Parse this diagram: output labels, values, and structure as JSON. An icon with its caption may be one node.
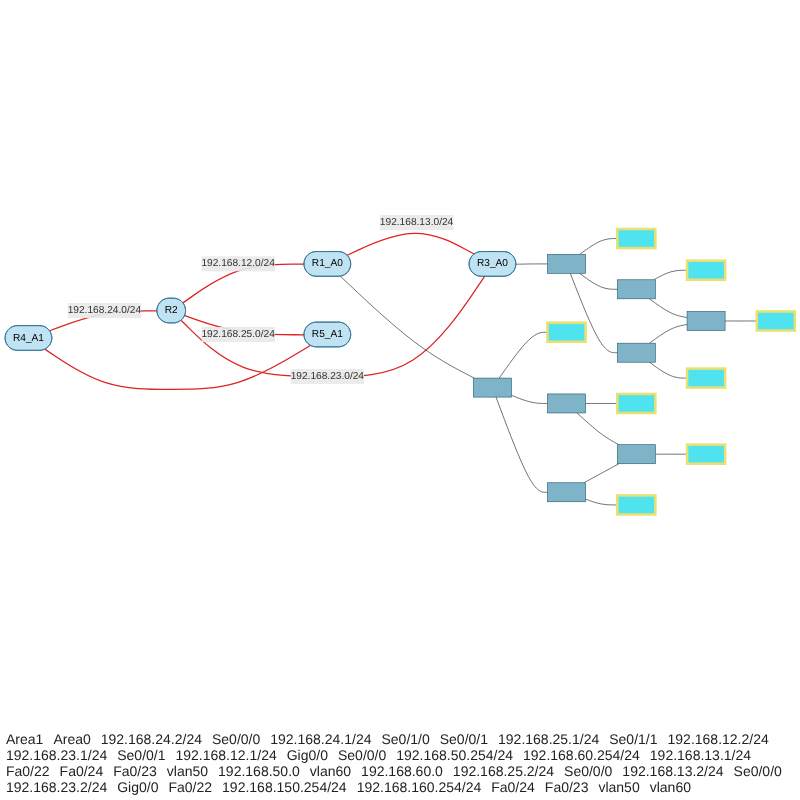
{
  "diagram": {
    "nodes": [
      {
        "text": [
          "R4_A1"
        ]
      },
      {
        "text": [
          "R2"
        ]
      },
      {
        "text": [
          "R1_A0"
        ]
      },
      {
        "text": [
          "R5_A1"
        ]
      },
      {
        "text": [
          "R3_A0"
        ]
      },
      {
        "text": [],
        "shape": "box"
      },
      {
        "text": [],
        "shape": "box"
      },
      {
        "text": [],
        "shape": "box"
      },
      {
        "text": [],
        "shape": "box"
      },
      {
        "text": [],
        "shape": "box"
      },
      {
        "text": [],
        "shape": "box"
      },
      {
        "text": [],
        "shape": "box"
      },
      {
        "text": [],
        "shape": "box"
      },
      {
        "text": [],
        "shape": "box"
      },
      {
        "text": [],
        "shape": "box"
      },
      {
        "text": [],
        "shape": "box"
      },
      {
        "text": [],
        "shape": "box"
      },
      {
        "text": [],
        "shape": "box"
      },
      {
        "text": [],
        "shape": "box"
      },
      {
        "text": [],
        "shape": "box"
      },
      {
        "text": [],
        "shape": "box"
      }
    ],
    "edges": [
      {
        "from": 0,
        "to": 1,
        "arrow": "none",
        "label": "192.168.24.0/24",
        "color": "#dd2222"
      },
      {
        "from": 1,
        "to": 2,
        "arrow": "none",
        "label": "192.168.12.0/24",
        "color": "#dd2222"
      },
      {
        "from": 0,
        "to": 3,
        "arrow": "none",
        "color": "#dd2222"
      },
      {
        "from": 1,
        "to": 3,
        "arrow": "none",
        "label": "192.168.25.0/24",
        "color": "#dd2222"
      },
      {
        "from": 1,
        "to": 4,
        "arrow": "none",
        "label": "192.168.23.0/24",
        "color": "#dd2222"
      },
      {
        "from": 2,
        "to": 4,
        "arrow": "none",
        "label": "192.168.13.0/24",
        "color": "#dd2222"
      },
      {
        "from": 2,
        "to": 5,
        "arrow": "none"
      },
      {
        "from": 5,
        "to": 13,
        "arrow": "none"
      },
      {
        "from": 5,
        "to": 6,
        "arrow": "none"
      },
      {
        "from": 5,
        "to": 8,
        "arrow": "none"
      },
      {
        "from": 6,
        "to": 14,
        "arrow": "none"
      },
      {
        "from": 6,
        "to": 7,
        "arrow": "none"
      },
      {
        "from": 8,
        "to": 7,
        "arrow": "none"
      },
      {
        "from": 7,
        "to": 15,
        "arrow": "none"
      },
      {
        "from": 8,
        "to": 16,
        "arrow": "none"
      },
      {
        "from": 4,
        "to": 9,
        "arrow": "none"
      },
      {
        "from": 9,
        "to": 17,
        "arrow": "none"
      },
      {
        "from": 9,
        "to": 10,
        "arrow": "none"
      },
      {
        "from": 9,
        "to": 12,
        "arrow": "none"
      },
      {
        "from": 10,
        "to": 18,
        "arrow": "none"
      },
      {
        "from": 10,
        "to": 11,
        "arrow": "none"
      },
      {
        "from": 12,
        "to": 11,
        "arrow": "none"
      },
      {
        "from": 11,
        "to": 19,
        "arrow": "none"
      },
      {
        "from": 12,
        "to": 20,
        "arrow": "none"
      }
    ],
    "labels": [
      "Area1",
      "Area0",
      "192.168.24.2/24",
      "Se0/0/0",
      "192.168.24.1/24",
      "Se0/1/0",
      "Se0/0/1",
      "192.168.25.1/24",
      "Se0/1/1",
      "192.168.12.2/24",
      "192.168.23.1/24",
      "Se0/0/1",
      "192.168.12.1/24",
      "Gig0/0",
      "Se0/0/0",
      "192.168.50.254/24",
      "192.168.60.254/24",
      "192.168.13.1/24",
      "Fa0/22",
      "Fa0/24",
      "Fa0/23",
      "vlan50",
      "192.168.50.0",
      "vlan60",
      "192.168.60.0",
      "192.168.25.2/24",
      "Se0/0/0",
      "192.168.13.2/24",
      "Se0/0/0",
      "192.168.23.2/24",
      "Gig0/0",
      "Fa0/22",
      "192.168.150.254/24",
      "192.168.160.254/24",
      "Fa0/24",
      "Fa0/23",
      "vlan50",
      "vlan60"
    ]
  }
}
